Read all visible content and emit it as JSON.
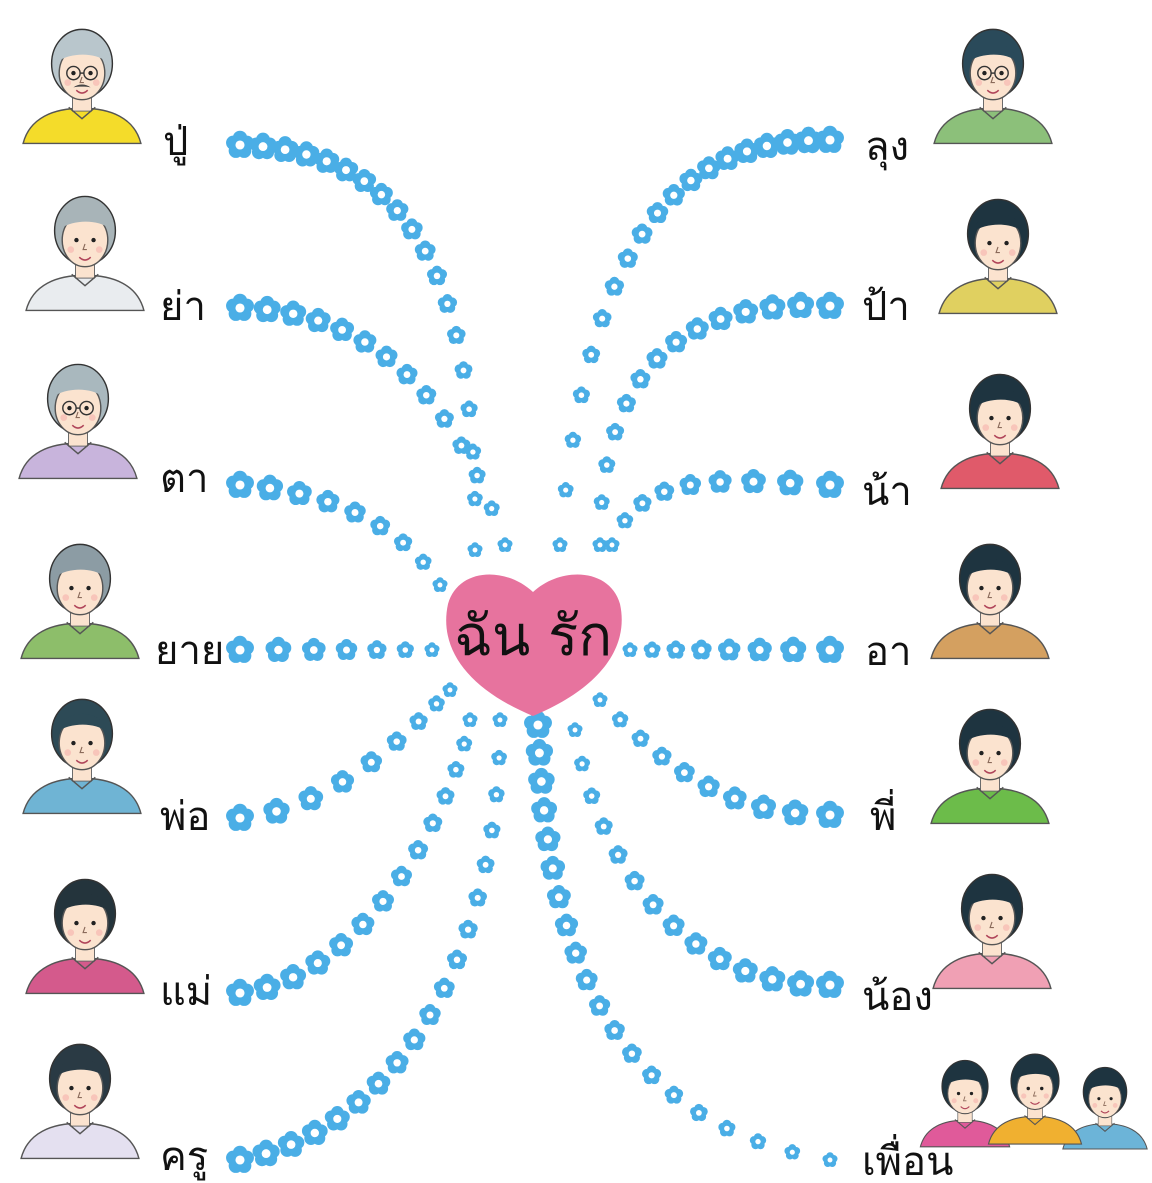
{
  "center": {
    "text": "ฉัน รัก",
    "heart_color": "#e7739e"
  },
  "left_people": [
    {
      "id": "grandpa-paternal",
      "label": "ปู่",
      "hair": "#b9c6cc",
      "shirt": "#f4dc2a",
      "glasses": true,
      "mustache": true
    },
    {
      "id": "grandma-paternal",
      "label": "ย่า",
      "hair": "#a8b4b8",
      "shirt": "#e9ecef",
      "glasses": false
    },
    {
      "id": "grandpa-maternal",
      "label": "ตา",
      "hair": "#a9b8be",
      "shirt": "#c8b4dc",
      "glasses": true
    },
    {
      "id": "grandma-maternal",
      "label": "ยาย",
      "hair": "#8c9ca4",
      "shirt": "#8dbe6a",
      "glasses": false
    },
    {
      "id": "father",
      "label": "พ่อ",
      "hair": "#2d4a56",
      "shirt": "#6fb4d4",
      "glasses": false
    },
    {
      "id": "mother",
      "label": "แม่",
      "hair": "#24343c",
      "shirt": "#d45a8c",
      "glasses": false
    },
    {
      "id": "teacher",
      "label": "ครู",
      "hair": "#2a3a44",
      "shirt": "#e4e0f0",
      "glasses": false
    }
  ],
  "right_people": [
    {
      "id": "uncle-older",
      "label": "ลุง",
      "hair": "#2a4a5a",
      "shirt": "#8cc07a",
      "glasses": true
    },
    {
      "id": "aunt-older",
      "label": "ป้า",
      "hair": "#1e3440",
      "shirt": "#e0d060",
      "glasses": false
    },
    {
      "id": "aunt-younger",
      "label": "น้า",
      "hair": "#1e3440",
      "shirt": "#e05a6a",
      "glasses": false
    },
    {
      "id": "uncle-younger",
      "label": "อา",
      "hair": "#1e3440",
      "shirt": "#d4a060",
      "glasses": false
    },
    {
      "id": "older-sibling",
      "label": "พี่",
      "hair": "#1e3440",
      "shirt": "#6cbc4a",
      "glasses": false
    },
    {
      "id": "younger-sibling",
      "label": "น้อง",
      "hair": "#1e3440",
      "shirt": "#f0a0b4",
      "glasses": false
    },
    {
      "id": "friends",
      "label": "เพื่อน",
      "hair": "#1e3440",
      "shirt": "#f0b030",
      "glasses": false
    }
  ],
  "flower_color": "#4aaee6",
  "flower_center_color": "#ffffff",
  "skin_color": "#fbe3cf"
}
